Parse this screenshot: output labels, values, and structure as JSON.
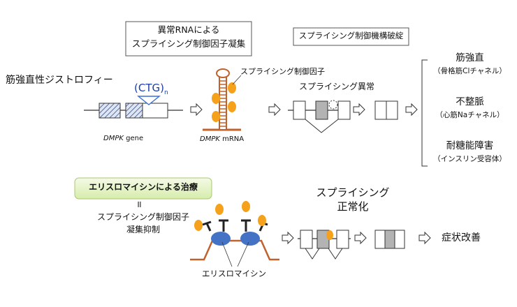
{
  "title_box": {
    "line1": "異常RNAによる",
    "line2": "スプライシング制御因子凝集"
  },
  "breakdown_label": "スプライシング制御機構破綻",
  "disease": "筋強直性ジストロフィー",
  "ctg": {
    "label": "(CTG)",
    "subscript": "n"
  },
  "dmpk_gene": {
    "italic": "DMPK",
    "rest": " gene"
  },
  "dmpk_mrna": {
    "italic": "DMPK",
    "rest": " mRNA"
  },
  "splicing_factor_label": "スプライシング制御因子",
  "splicing_abnormal": "スプライシング異常",
  "symptoms": [
    {
      "title": "筋強直",
      "detail": "（骨格筋Clチャネル）"
    },
    {
      "title": "不整脈",
      "detail": "（心筋Naチャネル）"
    },
    {
      "title": "耐糖能障害",
      "detail": "（インスリン受容体）"
    }
  ],
  "treatment_box": "エリスロマイシンによる治療",
  "equals_sign": "॥",
  "inhibition": {
    "line1": "スプライシング制御因子",
    "line2": "凝集抑制"
  },
  "normalization": {
    "line1": "スプライシング",
    "line2": "正常化"
  },
  "erythromycin_label": "エリスロマイシン",
  "improvement": "症状改善",
  "colors": {
    "orange": "#f5a11c",
    "blue": "#4472c4",
    "rna": "#c0622c",
    "gray": "#b3b3b3",
    "green_box": "#e6f2c8"
  }
}
